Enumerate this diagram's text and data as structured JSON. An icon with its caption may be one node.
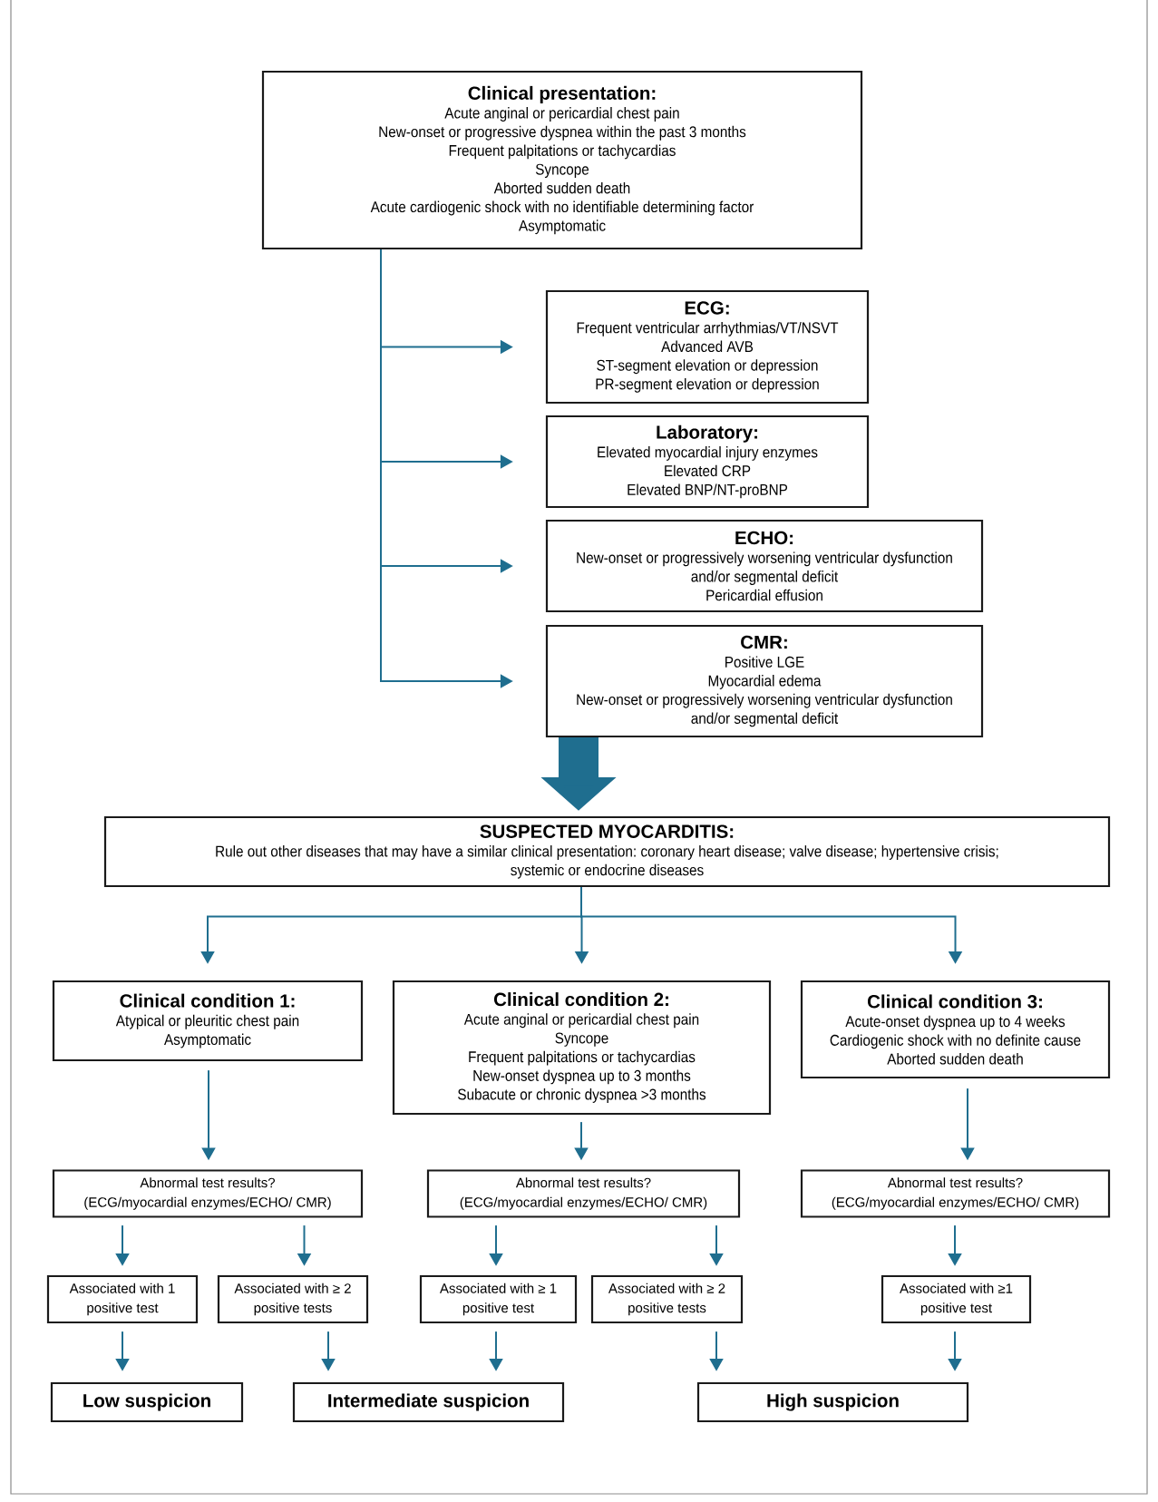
{
  "diagram": {
    "nodes": [
      {
        "text": [
          "Clinical presentation:",
          "Acute anginal or pericardial chest pain",
          "New-onset or progressive dyspnea within the past 3 months",
          "Frequent palpitations or tachycardias",
          "Syncope",
          "Aborted sudden death",
          "Acute cardiogenic shock with no identifiable determining factor",
          "Asymptomatic"
        ]
      },
      {
        "text": [
          "ECG:",
          "Frequent ventricular arrhythmias/VT/NSVT",
          "Advanced AVB",
          "ST-segment elevation or depression",
          "PR-segment elevation or depression"
        ]
      },
      {
        "text": [
          "Laboratory:",
          "Elevated myocardial injury enzymes",
          "Elevated CRP",
          "Elevated BNP/NT-proBNP"
        ]
      },
      {
        "text": [
          "ECHO:",
          "New-onset or progressively worsening ventricular dysfunction and/or segmental deficit",
          "Pericardial effusion"
        ]
      },
      {
        "text": [
          "CMR:",
          "Positive LGE",
          "Myocardial edema",
          "New-onset or progressively worsening ventricular dysfunction and/or segmental deficit"
        ]
      },
      {
        "text": [
          "SUSPECTED MYOCARDITIS:",
          "Rule out other diseases that may have a similar clinical presentation: coronary heart disease; valve disease; hypertensive crisis; systemic or endocrine diseases"
        ]
      },
      {
        "text": [
          "Clinical condition 1:",
          "Atypical or pleuritic chest pain",
          "Asymptomatic"
        ]
      },
      {
        "text": [
          "Clinical condition 2:",
          "Acute anginal or pericardial chest pain",
          "Syncope",
          "Frequent palpitations or tachycardias",
          "New-onset dyspnea up to 3 months",
          "Subacute or chronic dyspnea >3 months"
        ]
      },
      {
        "text": [
          "Clinical condition 3:",
          "Acute-onset dyspnea up to 4 weeks",
          "Cardiogenic shock with no definite cause",
          "Aborted sudden death"
        ]
      },
      {
        "text": [
          "Abnormal test results?",
          "(ECG/myocardial enzymes/ECHO/ CMR)"
        ]
      },
      {
        "text": [
          "Abnormal test results?",
          "(ECG/myocardial enzymes/ECHO/ CMR)"
        ]
      },
      {
        "text": [
          "Abnormal test results?",
          "(ECG/myocardial enzymes/ECHO/ CMR)"
        ]
      },
      {
        "text": [
          "Associated with 1 positive test"
        ]
      },
      {
        "text": [
          "Associated with ≥ 2 positive tests"
        ]
      },
      {
        "text": [
          "Associated with ≥ 1 positive test"
        ]
      },
      {
        "text": [
          "Associated with ≥ 2 positive tests"
        ]
      },
      {
        "text": [
          "Associated with ≥1 positive test"
        ]
      },
      {
        "text": [
          "Low suspicion"
        ]
      },
      {
        "text": [
          "Intermediate suspicion"
        ]
      },
      {
        "text": [
          "High suspicion"
        ]
      }
    ],
    "edges": [
      {
        "from": 0,
        "to": 1,
        "arrow": "to"
      },
      {
        "from": 0,
        "to": 2,
        "arrow": "to"
      },
      {
        "from": 0,
        "to": 3,
        "arrow": "to"
      },
      {
        "from": 0,
        "to": 4,
        "arrow": "to"
      },
      {
        "from": 4,
        "to": 5,
        "arrow": "to",
        "style": "thick"
      },
      {
        "from": 5,
        "to": 6,
        "arrow": "to"
      },
      {
        "from": 5,
        "to": 7,
        "arrow": "to"
      },
      {
        "from": 5,
        "to": 8,
        "arrow": "to"
      },
      {
        "from": 6,
        "to": 9,
        "arrow": "to"
      },
      {
        "from": 7,
        "to": 10,
        "arrow": "to"
      },
      {
        "from": 8,
        "to": 11,
        "arrow": "to"
      },
      {
        "from": 9,
        "to": 12,
        "arrow": "to"
      },
      {
        "from": 9,
        "to": 13,
        "arrow": "to"
      },
      {
        "from": 10,
        "to": 14,
        "arrow": "to"
      },
      {
        "from": 10,
        "to": 15,
        "arrow": "to"
      },
      {
        "from": 11,
        "to": 16,
        "arrow": "to"
      },
      {
        "from": 12,
        "to": 17,
        "arrow": "to"
      },
      {
        "from": 13,
        "to": 18,
        "arrow": "to"
      },
      {
        "from": 14,
        "to": 18,
        "arrow": "to"
      },
      {
        "from": 15,
        "to": 19,
        "arrow": "to"
      },
      {
        "from": 16,
        "to": 19,
        "arrow": "to"
      }
    ]
  }
}
